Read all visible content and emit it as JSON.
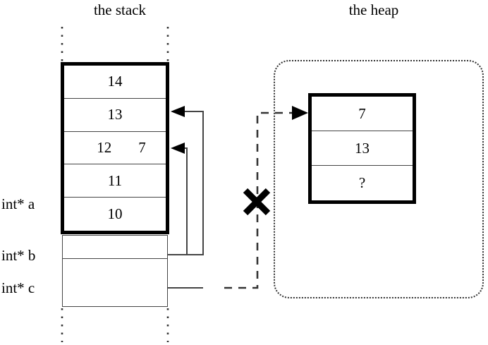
{
  "diagram": {
    "titles": {
      "stack": "the stack",
      "heap": "the heap"
    },
    "stack": {
      "array_cells": [
        {
          "value": "14",
          "crossed_out": false
        },
        {
          "value": "13",
          "crossed_out": false
        },
        {
          "value": "12",
          "crossed_out": true,
          "replacement": "7"
        },
        {
          "value": "11",
          "crossed_out": false
        },
        {
          "value": "10",
          "crossed_out": false
        }
      ],
      "local_labels": [
        {
          "name": "a",
          "label": "int* a"
        },
        {
          "name": "b",
          "label": "int* b"
        },
        {
          "name": "c",
          "label": "int* c"
        }
      ]
    },
    "heap": {
      "block_cells": [
        {
          "value": "7"
        },
        {
          "value": "13"
        },
        {
          "value": "?"
        }
      ]
    },
    "pointers": [
      {
        "from": "int* b",
        "to": "stack cell 13",
        "style": "solid",
        "valid": true
      },
      {
        "from": "int* c",
        "to": "stack cell 7",
        "style": "solid",
        "valid": true
      },
      {
        "from": "int* c",
        "to": "heap block cell 7",
        "style": "dashed",
        "valid": false,
        "annotation": "X"
      }
    ],
    "colors": {
      "ink": "#000000",
      "thin_rule": "#444444",
      "dotted_region": "#333333",
      "background": "#ffffff"
    }
  }
}
